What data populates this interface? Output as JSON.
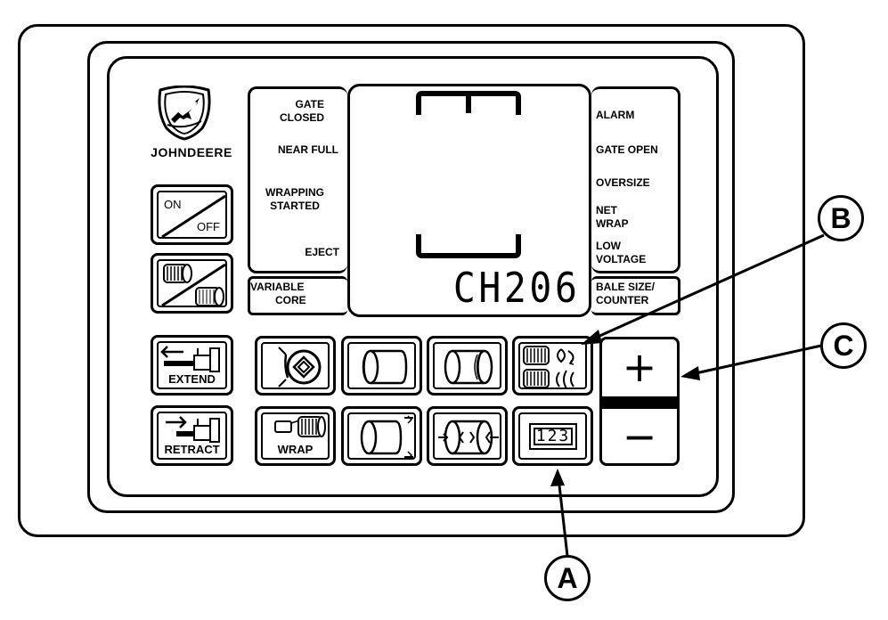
{
  "brand": {
    "name_part1": "JOHN",
    "name_part2": "DEERE"
  },
  "left_labels": {
    "gate_closed": [
      "GATE",
      "CLOSED"
    ],
    "near_full": "NEAR FULL",
    "wrapping_started": [
      "WRAPPING",
      "STARTED"
    ],
    "eject": "EJECT",
    "variable_core": [
      "VARIABLE",
      "CORE"
    ]
  },
  "right_labels": {
    "alarm": "ALARM",
    "gate_open": "GATE OPEN",
    "oversize": "OVERSIZE",
    "net_wrap": [
      "NET",
      "WRAP"
    ],
    "low_voltage": [
      "LOW",
      "VOLTAGE"
    ],
    "bale_size_counter": [
      "BALE SIZE/",
      "COUNTER"
    ]
  },
  "display": {
    "readout": "CH206"
  },
  "buttons": {
    "on_off": {
      "on": "ON",
      "off": "OFF"
    },
    "extend": "EXTEND",
    "retract": "RETRACT",
    "wrap": "WRAP",
    "counter": "123",
    "plus": "+",
    "minus": "−"
  },
  "callouts": {
    "a": "A",
    "b": "B",
    "c": "C"
  },
  "icons": [
    "john-deere-logo",
    "on-off-switch-icon",
    "variable-core-icon",
    "extend-icon",
    "retract-icon",
    "bale-eject-icon",
    "bale-roll-icon",
    "bale-roll-wide-icon",
    "net-wrap-icon",
    "wrap-icon",
    "bale-size-icon",
    "bale-shape-icon",
    "counter-icon"
  ]
}
